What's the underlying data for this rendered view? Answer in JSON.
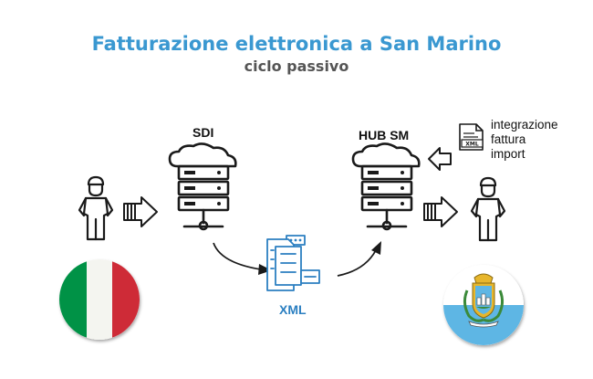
{
  "header": {
    "title": "Fatturazione elettronica a San Marino",
    "subtitle": "ciclo passivo"
  },
  "nodes": {
    "sdi": {
      "label": "SDI"
    },
    "hub": {
      "label": "HUB SM"
    },
    "xml": {
      "label": "XML"
    }
  },
  "note": {
    "doc_label": "XML",
    "lines": [
      "integrazione",
      "fattura",
      "import"
    ]
  },
  "colors": {
    "title": "#3a98d1",
    "subtitle": "#555555",
    "xml_blue": "#2b7fc1",
    "icon_dark": "#1a1a1a",
    "italy_green": "#009246",
    "italy_red": "#ce2b37",
    "sm_blue": "#5eb6e4"
  },
  "icons": [
    "person-icon",
    "server-icon",
    "document-stack-icon",
    "xml-file-icon",
    "italy-flag-icon",
    "san-marino-flag-icon"
  ]
}
